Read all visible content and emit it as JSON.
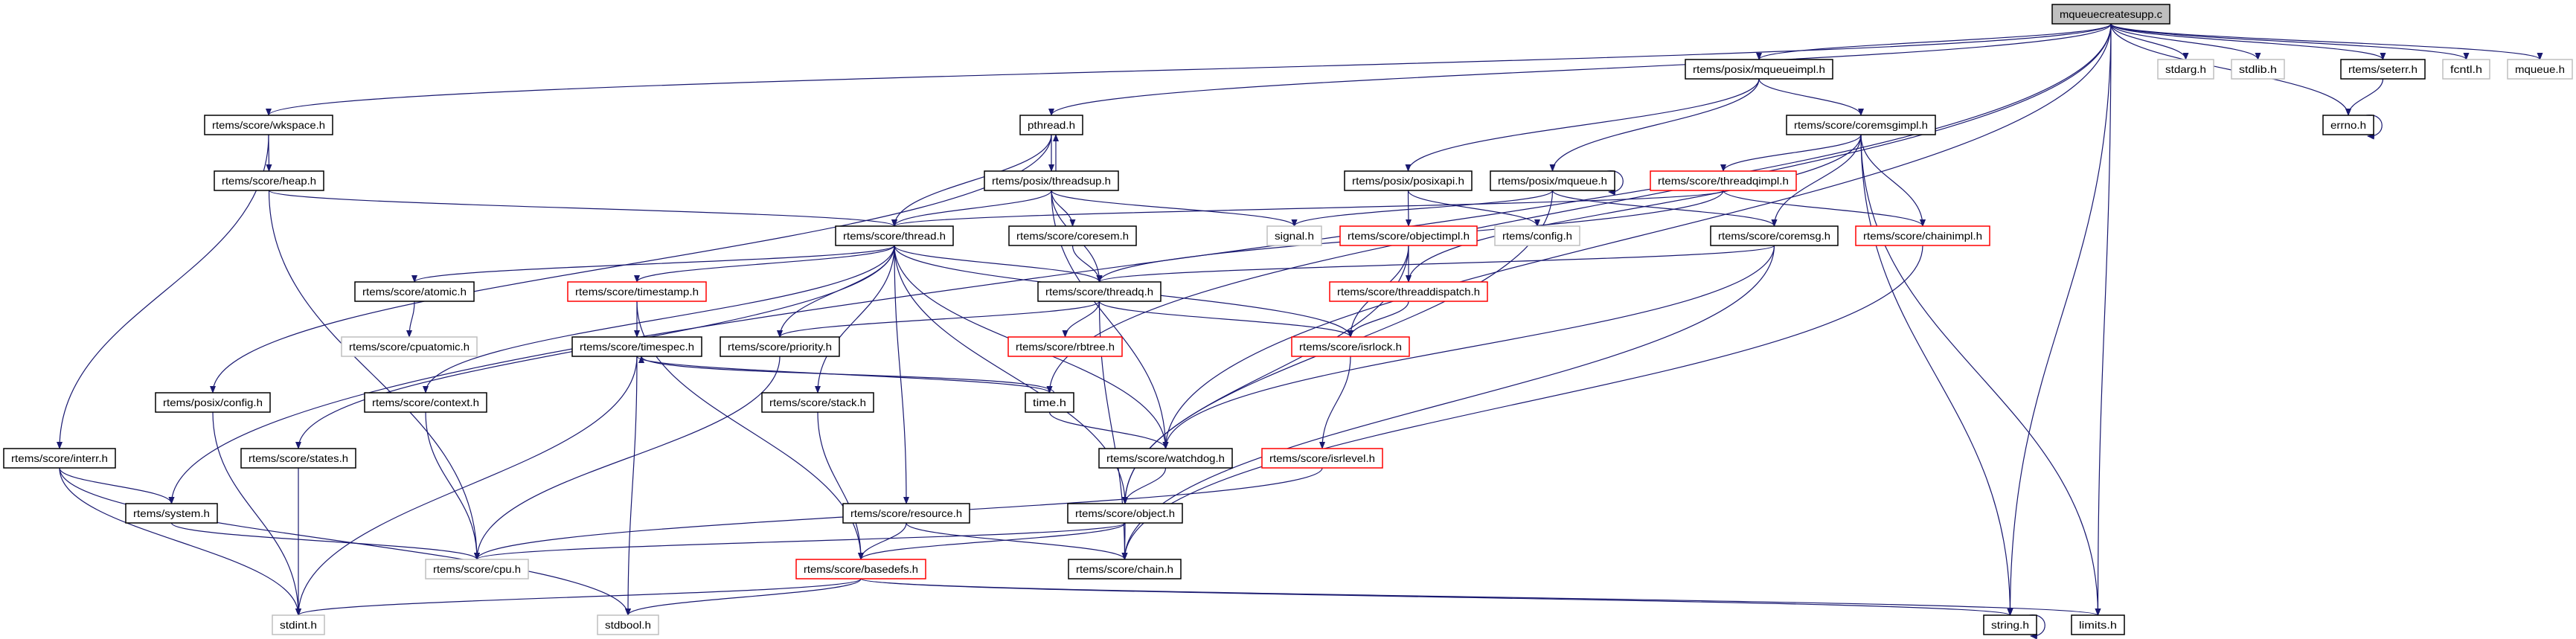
{
  "graph": {
    "colors": {
      "edge": "#191970",
      "normal_border": "#000000",
      "truncated_border": "#ff0000",
      "external_border": "#bfbfbf",
      "root_fill": "#bfbfbf"
    },
    "nodes": [
      {
        "label": "mqueuecreatesupp.c",
        "kind": "root"
      },
      {
        "label": "rtems/posix/mqueueimpl.h",
        "kind": "normal"
      },
      {
        "label": "stdarg.h",
        "kind": "external"
      },
      {
        "label": "stdlib.h",
        "kind": "external"
      },
      {
        "label": "rtems/seterr.h",
        "kind": "normal"
      },
      {
        "label": "fcntl.h",
        "kind": "external"
      },
      {
        "label": "mqueue.h",
        "kind": "external"
      },
      {
        "label": "rtems/score/wkspace.h",
        "kind": "normal"
      },
      {
        "label": "pthread.h",
        "kind": "normal"
      },
      {
        "label": "rtems/score/coremsgimpl.h",
        "kind": "normal"
      },
      {
        "label": "errno.h",
        "kind": "normal"
      },
      {
        "label": "rtems/score/heap.h",
        "kind": "normal"
      },
      {
        "label": "rtems/posix/threadsup.h",
        "kind": "normal"
      },
      {
        "label": "rtems/posix/posixapi.h",
        "kind": "normal"
      },
      {
        "label": "rtems/posix/mqueue.h",
        "kind": "normal"
      },
      {
        "label": "rtems/score/threadqimpl.h",
        "kind": "truncated"
      },
      {
        "label": "rtems/score/thread.h",
        "kind": "normal"
      },
      {
        "label": "rtems/score/coresem.h",
        "kind": "normal"
      },
      {
        "label": "signal.h",
        "kind": "external"
      },
      {
        "label": "rtems/score/objectimpl.h",
        "kind": "truncated"
      },
      {
        "label": "rtems/config.h",
        "kind": "external"
      },
      {
        "label": "rtems/score/coremsg.h",
        "kind": "normal"
      },
      {
        "label": "rtems/score/chainimpl.h",
        "kind": "truncated"
      },
      {
        "label": "rtems/score/atomic.h",
        "kind": "normal"
      },
      {
        "label": "rtems/score/timestamp.h",
        "kind": "truncated"
      },
      {
        "label": "rtems/score/threadq.h",
        "kind": "normal"
      },
      {
        "label": "rtems/score/threaddispatch.h",
        "kind": "truncated"
      },
      {
        "label": "rtems/score/cpuatomic.h",
        "kind": "external"
      },
      {
        "label": "rtems/score/timespec.h",
        "kind": "normal"
      },
      {
        "label": "rtems/score/priority.h",
        "kind": "normal"
      },
      {
        "label": "rtems/score/rbtree.h",
        "kind": "truncated"
      },
      {
        "label": "rtems/score/isrlock.h",
        "kind": "truncated"
      },
      {
        "label": "rtems/posix/config.h",
        "kind": "normal"
      },
      {
        "label": "rtems/score/context.h",
        "kind": "normal"
      },
      {
        "label": "rtems/score/stack.h",
        "kind": "normal"
      },
      {
        "label": "time.h",
        "kind": "normal"
      },
      {
        "label": "rtems/score/interr.h",
        "kind": "normal"
      },
      {
        "label": "rtems/score/states.h",
        "kind": "normal"
      },
      {
        "label": "rtems/score/watchdog.h",
        "kind": "normal"
      },
      {
        "label": "rtems/score/isrlevel.h",
        "kind": "truncated"
      },
      {
        "label": "rtems/system.h",
        "kind": "normal"
      },
      {
        "label": "rtems/score/resource.h",
        "kind": "normal"
      },
      {
        "label": "rtems/score/object.h",
        "kind": "normal"
      },
      {
        "label": "rtems/score/cpu.h",
        "kind": "external"
      },
      {
        "label": "rtems/score/basedefs.h",
        "kind": "truncated"
      },
      {
        "label": "rtems/score/chain.h",
        "kind": "normal"
      },
      {
        "label": "stdint.h",
        "kind": "external"
      },
      {
        "label": "stdbool.h",
        "kind": "external"
      },
      {
        "label": "string.h",
        "kind": "normal"
      },
      {
        "label": "limits.h",
        "kind": "normal"
      }
    ],
    "edges": [
      [
        "mqueuecreatesupp.c",
        "rtems/posix/mqueueimpl.h"
      ],
      [
        "mqueuecreatesupp.c",
        "stdarg.h"
      ],
      [
        "mqueuecreatesupp.c",
        "stdlib.h"
      ],
      [
        "mqueuecreatesupp.c",
        "rtems/seterr.h"
      ],
      [
        "mqueuecreatesupp.c",
        "fcntl.h"
      ],
      [
        "mqueuecreatesupp.c",
        "mqueue.h"
      ],
      [
        "mqueuecreatesupp.c",
        "errno.h"
      ],
      [
        "mqueuecreatesupp.c",
        "string.h"
      ],
      [
        "mqueuecreatesupp.c",
        "limits.h"
      ],
      [
        "mqueuecreatesupp.c",
        "pthread.h"
      ],
      [
        "mqueuecreatesupp.c",
        "rtems/score/wkspace.h"
      ],
      [
        "mqueuecreatesupp.c",
        "rtems/system.h"
      ],
      [
        "mqueuecreatesupp.c",
        "rtems/score/watchdog.h"
      ],
      [
        "mqueuecreatesupp.c",
        "time.h"
      ],
      [
        "rtems/seterr.h",
        "errno.h"
      ],
      [
        "errno.h",
        "errno.h"
      ],
      [
        "rtems/posix/mqueueimpl.h",
        "rtems/posix/posixapi.h"
      ],
      [
        "rtems/posix/mqueueimpl.h",
        "rtems/posix/mqueue.h"
      ],
      [
        "rtems/posix/mqueueimpl.h",
        "rtems/score/coremsgimpl.h"
      ],
      [
        "rtems/score/wkspace.h",
        "rtems/score/heap.h"
      ],
      [
        "rtems/score/wkspace.h",
        "rtems/score/interr.h"
      ],
      [
        "rtems/score/heap.h",
        "rtems/score/thread.h"
      ],
      [
        "rtems/score/heap.h",
        "rtems/score/cpu.h"
      ],
      [
        "pthread.h",
        "rtems/posix/threadsup.h"
      ],
      [
        "pthread.h",
        "rtems/score/thread.h"
      ],
      [
        "pthread.h",
        "rtems/posix/config.h"
      ],
      [
        "rtems/posix/threadsup.h",
        "pthread.h"
      ],
      [
        "rtems/posix/threadsup.h",
        "rtems/score/thread.h"
      ],
      [
        "rtems/posix/threadsup.h",
        "rtems/score/coresem.h"
      ],
      [
        "rtems/posix/threadsup.h",
        "rtems/score/threadq.h"
      ],
      [
        "rtems/posix/threadsup.h",
        "signal.h"
      ],
      [
        "rtems/posix/threadsup.h",
        "rtems/score/watchdog.h"
      ],
      [
        "rtems/posix/posixapi.h",
        "rtems/score/objectimpl.h"
      ],
      [
        "rtems/posix/posixapi.h",
        "rtems/config.h"
      ],
      [
        "rtems/posix/mqueue.h",
        "rtems/posix/mqueue.h"
      ],
      [
        "rtems/posix/mqueue.h",
        "signal.h"
      ],
      [
        "rtems/posix/mqueue.h",
        "rtems/score/coremsg.h"
      ],
      [
        "rtems/posix/mqueue.h",
        "rtems/score/object.h"
      ],
      [
        "rtems/score/coremsgimpl.h",
        "rtems/score/threadqimpl.h"
      ],
      [
        "rtems/score/coremsgimpl.h",
        "rtems/score/coremsg.h"
      ],
      [
        "rtems/score/coremsgimpl.h",
        "rtems/score/chainimpl.h"
      ],
      [
        "rtems/score/coremsgimpl.h",
        "rtems/score/threaddispatch.h"
      ],
      [
        "rtems/score/coremsgimpl.h",
        "string.h"
      ],
      [
        "rtems/score/coremsgimpl.h",
        "limits.h"
      ],
      [
        "rtems/score/threadqimpl.h",
        "rtems/score/thread.h"
      ],
      [
        "rtems/score/threadqimpl.h",
        "rtems/score/threadq.h"
      ],
      [
        "rtems/score/threadqimpl.h",
        "rtems/score/chainimpl.h"
      ],
      [
        "rtems/score/thread.h",
        "rtems/score/atomic.h"
      ],
      [
        "rtems/score/thread.h",
        "rtems/score/timestamp.h"
      ],
      [
        "rtems/score/thread.h",
        "rtems/score/threadq.h"
      ],
      [
        "rtems/score/thread.h",
        "rtems/score/priority.h"
      ],
      [
        "rtems/score/thread.h",
        "rtems/score/isrlock.h"
      ],
      [
        "rtems/score/thread.h",
        "rtems/score/context.h"
      ],
      [
        "rtems/score/thread.h",
        "rtems/score/states.h"
      ],
      [
        "rtems/score/thread.h",
        "rtems/score/stack.h"
      ],
      [
        "rtems/score/thread.h",
        "rtems/score/watchdog.h"
      ],
      [
        "rtems/score/thread.h",
        "rtems/score/resource.h"
      ],
      [
        "rtems/score/thread.h",
        "rtems/score/object.h"
      ],
      [
        "rtems/score/coresem.h",
        "rtems/score/threadq.h"
      ],
      [
        "rtems/score/objectimpl.h",
        "rtems/score/threaddispatch.h"
      ],
      [
        "rtems/score/objectimpl.h",
        "rtems/score/isrlock.h"
      ],
      [
        "rtems/score/objectimpl.h",
        "rtems/score/object.h"
      ],
      [
        "rtems/score/coremsg.h",
        "rtems/score/threadq.h"
      ],
      [
        "rtems/score/coremsg.h",
        "rtems/score/watchdog.h"
      ],
      [
        "rtems/score/coremsg.h",
        "rtems/score/chain.h"
      ],
      [
        "rtems/score/chainimpl.h",
        "rtems/score/chain.h"
      ],
      [
        "rtems/score/atomic.h",
        "rtems/score/cpuatomic.h"
      ],
      [
        "rtems/score/timestamp.h",
        "rtems/score/timespec.h"
      ],
      [
        "rtems/score/timestamp.h",
        "rtems/score/basedefs.h"
      ],
      [
        "rtems/score/threadq.h",
        "rtems/score/priority.h"
      ],
      [
        "rtems/score/threadq.h",
        "rtems/score/rbtree.h"
      ],
      [
        "rtems/score/threadq.h",
        "rtems/score/isrlock.h"
      ],
      [
        "rtems/score/threadq.h",
        "rtems/score/chain.h"
      ],
      [
        "rtems/score/threaddispatch.h",
        "rtems/score/isrlock.h"
      ],
      [
        "rtems/score/timespec.h",
        "time.h"
      ],
      [
        "rtems/score/timespec.h",
        "stdint.h"
      ],
      [
        "rtems/score/timespec.h",
        "stdbool.h"
      ],
      [
        "time.h",
        "rtems/score/timespec.h"
      ],
      [
        "time.h",
        "rtems/score/watchdog.h"
      ],
      [
        "rtems/score/priority.h",
        "rtems/score/cpu.h"
      ],
      [
        "rtems/score/isrlock.h",
        "rtems/score/isrlevel.h"
      ],
      [
        "rtems/posix/config.h",
        "stdint.h"
      ],
      [
        "rtems/score/context.h",
        "rtems/score/cpu.h"
      ],
      [
        "rtems/score/stack.h",
        "rtems/score/basedefs.h"
      ],
      [
        "rtems/score/interr.h",
        "rtems/system.h"
      ],
      [
        "rtems/score/interr.h",
        "stdint.h"
      ],
      [
        "rtems/score/interr.h",
        "stdbool.h"
      ],
      [
        "rtems/score/states.h",
        "stdint.h"
      ],
      [
        "rtems/score/watchdog.h",
        "rtems/score/object.h"
      ],
      [
        "rtems/score/isrlevel.h",
        "rtems/score/cpu.h"
      ],
      [
        "rtems/system.h",
        "rtems/score/cpu.h"
      ],
      [
        "rtems/score/resource.h",
        "rtems/score/basedefs.h"
      ],
      [
        "rtems/score/resource.h",
        "rtems/score/chain.h"
      ],
      [
        "rtems/score/object.h",
        "rtems/score/basedefs.h"
      ],
      [
        "rtems/score/object.h",
        "rtems/score/chain.h"
      ],
      [
        "rtems/score/object.h",
        "rtems/score/cpu.h"
      ],
      [
        "rtems/score/basedefs.h",
        "stdint.h"
      ],
      [
        "rtems/score/basedefs.h",
        "stdbool.h"
      ],
      [
        "rtems/score/basedefs.h",
        "string.h"
      ],
      [
        "rtems/score/basedefs.h",
        "limits.h"
      ],
      [
        "string.h",
        "string.h"
      ]
    ]
  }
}
